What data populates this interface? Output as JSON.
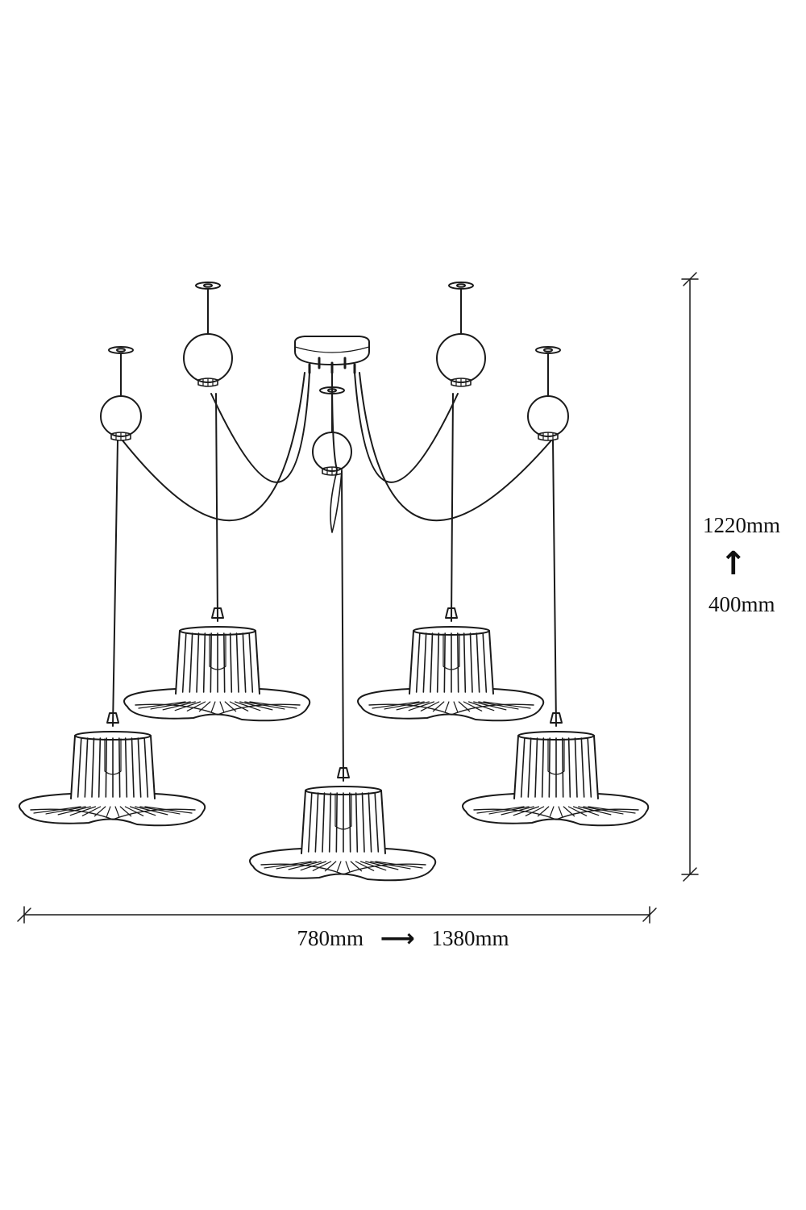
{
  "dimensions": {
    "width_min": "780mm",
    "width_max": "1380mm",
    "height_max": "1220mm",
    "height_min": "400mm",
    "width_arrow": "⟶",
    "height_arrow": "↑"
  },
  "colors": {
    "line": "#1a1a1a",
    "background": "#ffffff"
  },
  "lamps": [
    {
      "id": "lamp-left"
    },
    {
      "id": "lamp-inner-left"
    },
    {
      "id": "lamp-center"
    },
    {
      "id": "lamp-inner-right"
    },
    {
      "id": "lamp-right"
    }
  ]
}
